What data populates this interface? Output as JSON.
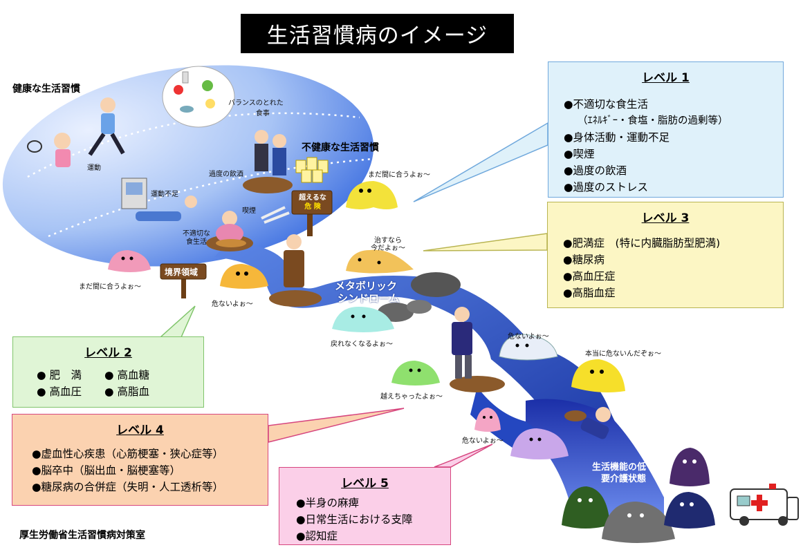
{
  "title": "生活習慣病のイメージ",
  "illustration": {
    "healthy": "健康な生活習慣",
    "unhealthy": "不健康な生活習慣",
    "balanced_meal": [
      "バランスのとれた",
      "食事"
    ],
    "exercise": "運動",
    "lack_exercise": "運動不足",
    "drinking": "過度の飲酒",
    "smoking": "喫煙",
    "bad_diet": [
      "不適切な",
      "食生活"
    ],
    "boundary": "境界領域",
    "danger_sign": [
      "超えるな",
      "危 険"
    ],
    "metabolic": [
      "メタボリック",
      "シンドローム"
    ],
    "function": [
      "生活機能の低下",
      "要介護状態"
    ],
    "speech": {
      "still_ok_top": "まだ間に合うよぉ～",
      "still_ok_left": "まだ間に合うよぉ～",
      "cure_now": [
        "治すなら",
        "今だよぉ～"
      ],
      "dangerous_1": "危ないよぉ～",
      "cant_return": "戻れなくなるよぉ～",
      "dangerous_2": "危ないよぉ～",
      "really_dangerous": "本当に危ないんだぞぉ～",
      "crossed": "越えちゃったよぉ～",
      "dangerous_3": "危ないよぉ～"
    }
  },
  "levels": {
    "level1": {
      "title": "レベル 1",
      "items": [
        "不適切な食生活",
        "（ｴﾈﾙｷﾞｰ・食塩・脂肪の過剰等）",
        "身体活動・運動不足",
        "喫煙",
        "過度の飲酒",
        "過度のストレス"
      ]
    },
    "level2": {
      "title": "レベル 2",
      "items": [
        "肥　満",
        "高血糖",
        "高血圧",
        "高脂血"
      ]
    },
    "level3": {
      "title": "レベル 3",
      "items": [
        "肥満症　(特に内臓脂肪型肥満)",
        "糖尿病",
        "高血圧症",
        "高脂血症"
      ]
    },
    "level4": {
      "title": "レベル 4",
      "items": [
        "虚血性心疾患（心筋梗塞・狭心症等）",
        "脳卒中（脳出血・脳梗塞等）",
        "糖尿病の合併症（失明・人工透析等）"
      ]
    },
    "level5": {
      "title": "レベル 5",
      "items": [
        "半身の麻痺",
        "日常生活における支障",
        "認知症"
      ]
    }
  },
  "footer": "厚生労働省生活習慣病対策室",
  "colors": {
    "ellipse": "#7fa8ee",
    "river": "#2a4fc4",
    "level1": "#dff1fa",
    "level2": "#e0f5d6",
    "level3": "#fcf6c4",
    "level4": "#fbd2b0",
    "level5": "#fbcfe8"
  }
}
